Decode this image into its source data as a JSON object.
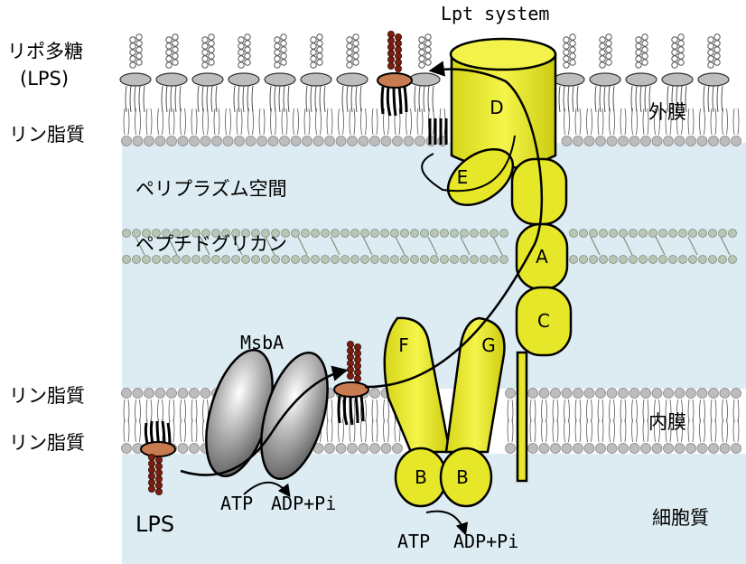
{
  "labels": {
    "lps_outer": "リポ多糖",
    "lps_outer_abbr": "(LPS)",
    "phospholipid_outer": "リン脂質",
    "outer_membrane": "外膜",
    "periplasm": "ペリプラズム空間",
    "peptidoglycan": "ペプチドグリカン",
    "phospholipid_inner_top": "リン脂質",
    "phospholipid_inner_bottom": "リン脂質",
    "inner_membrane": "内膜",
    "cytoplasm": "細胞質",
    "lps_bottom": "LPS",
    "lpt_system": "Lpt system",
    "msba": "MsbA",
    "atp_msba": "ATP",
    "adp_msba": "ADP+Pi",
    "atp_lpt": "ATP",
    "adp_lpt": "ADP+Pi"
  },
  "proteins": {
    "A": "A",
    "B1": "B",
    "B2": "B",
    "C": "C",
    "D": "D",
    "E": "E",
    "F": "F",
    "G": "G"
  },
  "colors": {
    "background_periplasm": "#dcecf2",
    "lpt_yellow": "#e4e41a",
    "lpt_outline": "#000000",
    "lipid_head": "#b9b9b9",
    "lps_sugar": "#7a1f10",
    "lps_core": "#c87a50",
    "msba_gray": "#8e8e8e",
    "peptidoglycan_green": "#a9b8a8"
  }
}
